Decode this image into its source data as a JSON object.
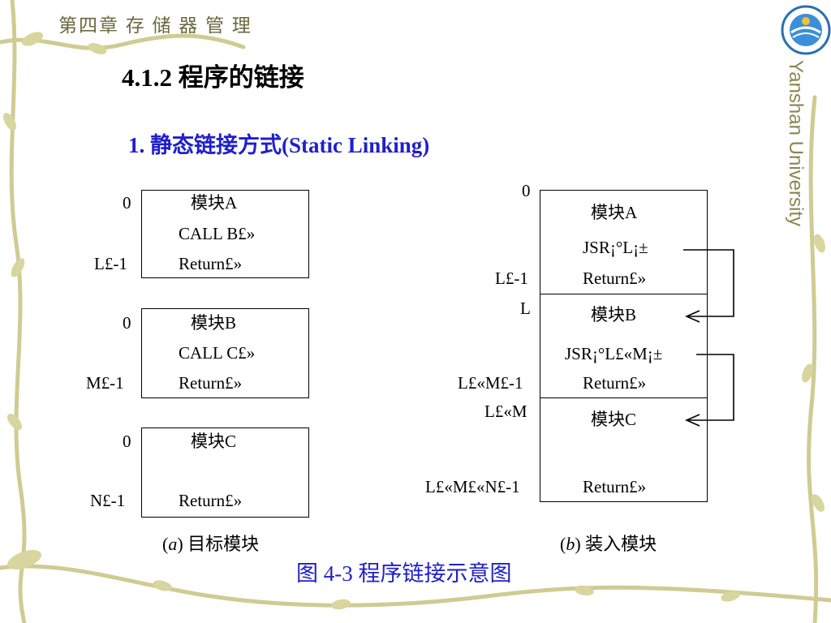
{
  "header": {
    "chapter": "第四章 存 储 器 管 理",
    "section_title": "4.1.2  程序的链接",
    "subsection": "1. 静态链接方式(Static Linking)"
  },
  "logo": {
    "university": "Yanshan University"
  },
  "diagram": {
    "part_a": {
      "caption_letter": "a",
      "caption_text": " 目标模块",
      "modules": [
        {
          "name": "模块A",
          "instruction": "CALL B£»",
          "return": "Return£»",
          "start": "0",
          "end": "L£-1"
        },
        {
          "name": "模块B",
          "instruction": "CALL C£»",
          "return": "Return£»",
          "start": "0",
          "end": "M£-1"
        },
        {
          "name": "模块C",
          "instruction": "",
          "return": "Return£»",
          "start": "0",
          "end": "N£-1"
        }
      ]
    },
    "part_b": {
      "caption_letter": "b",
      "caption_text": " 装入模块",
      "addresses": [
        "0",
        "L£-1",
        "L",
        "L£«M£-1",
        "L£«M",
        "L£«M£«N£-1"
      ],
      "modules": [
        {
          "name": "模块A",
          "instruction": "JSR¡°L¡±",
          "return": "Return£»"
        },
        {
          "name": "模块B",
          "instruction": "JSR¡°L£«M¡±",
          "return": "Return£»"
        },
        {
          "name": "模块C",
          "instruction": "",
          "return": "Return£»"
        }
      ]
    },
    "figure_caption": "图 4-3 程序链接示意图"
  },
  "colors": {
    "title_blue": "#1f1fcc",
    "header_olive": "#6a6a40",
    "vine": "#c9c58c"
  }
}
